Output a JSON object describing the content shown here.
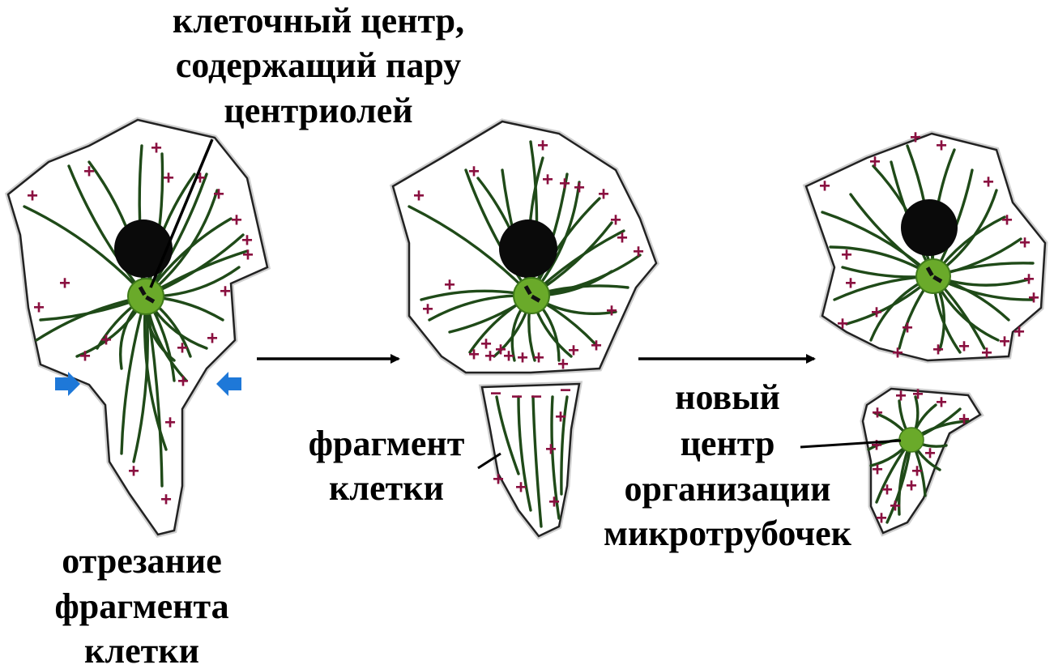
{
  "labels": {
    "centrosome": [
      "клеточный центр,",
      "содержащий пару",
      "центриолей"
    ],
    "cut": [
      "отрезание",
      "фрагмента",
      "клетки"
    ],
    "fragment": [
      "фрагмент",
      "клетки"
    ],
    "new_center": [
      "новый",
      "центр",
      "организации",
      "микротрубочек"
    ]
  },
  "marks": {
    "plus": "+",
    "minus": "−"
  },
  "colors": {
    "microtubule": "#1f4a18",
    "centrosome": "#6aaa2a",
    "centrosome_edge": "#3f7a1a",
    "nucleus": "#0a0a0a",
    "plus": "#8a1040",
    "minus": "#8a1040",
    "cut_arrow": "#1e78d8",
    "process_arrow": "#000000"
  },
  "icons": [
    "centrosome-icon",
    "nucleus-icon",
    "centriole-pair-icon",
    "blue-cut-arrow-icon",
    "process-arrow-icon"
  ]
}
